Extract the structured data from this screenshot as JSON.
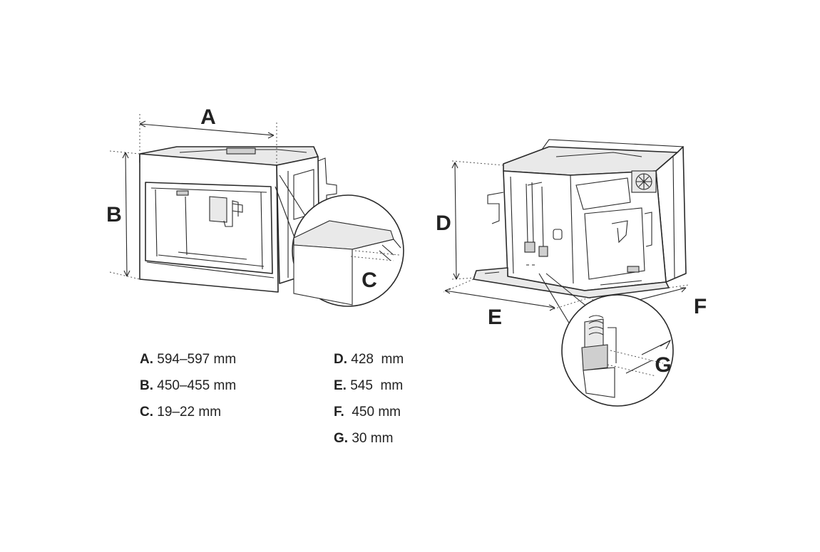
{
  "labels": {
    "a": "A",
    "b": "B",
    "c": "C",
    "d": "D",
    "e": "E",
    "f": "F",
    "g": "G"
  },
  "legend": {
    "left": [
      {
        "key": "A.",
        "value": " 594–597 mm"
      },
      {
        "key": "B.",
        "value": " 450–455 mm"
      },
      {
        "key": "C.",
        "value": " 19–22 mm"
      }
    ],
    "right": [
      {
        "key": "D.",
        "value": " 428  mm"
      },
      {
        "key": "E.",
        "value": " 545  mm"
      },
      {
        "key": "F.",
        "value": "  450 mm"
      },
      {
        "key": "G.",
        "value": " 30 mm"
      }
    ]
  }
}
